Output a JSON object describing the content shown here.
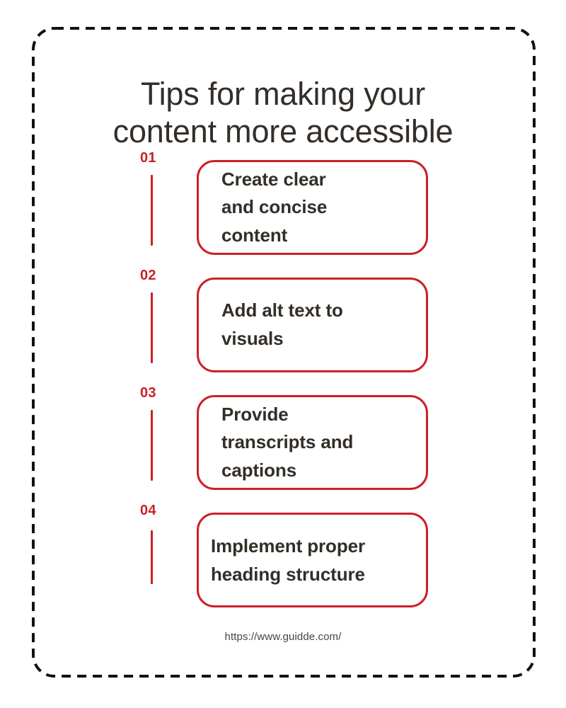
{
  "frame": {
    "style": "dashed-rounded-border",
    "border_color": "#111111"
  },
  "header": {
    "title": "Tips for making your\ncontent more accessible"
  },
  "theme": {
    "accent_red": "#cc2027",
    "text_dark": "#332e28",
    "title_color": "#332e2a",
    "background": "#ffffff"
  },
  "steps": [
    {
      "number": "01",
      "text": "Create clear\nand concise\ncontent"
    },
    {
      "number": "02",
      "text": "Add alt text to\nvisuals"
    },
    {
      "number": "03",
      "text": "Provide\ntranscripts and\ncaptions"
    },
    {
      "number": "04",
      "text": "Implement proper\nheading structure"
    }
  ],
  "footer": {
    "url": "https://www.guidde.com/"
  }
}
